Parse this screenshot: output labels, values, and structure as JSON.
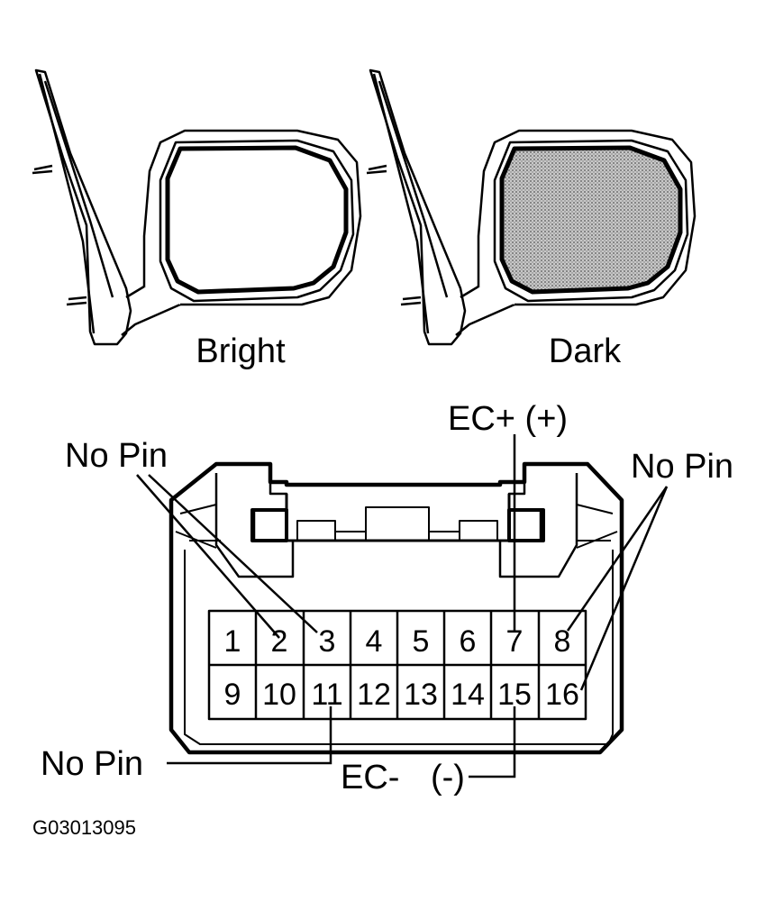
{
  "mirrors": {
    "left_label": "Bright",
    "right_label": "Dark"
  },
  "connector": {
    "top_row": [
      "1",
      "2",
      "3",
      "4",
      "5",
      "6",
      "7",
      "8"
    ],
    "bottom_row": [
      "9",
      "10",
      "11",
      "12",
      "13",
      "14",
      "15",
      "16"
    ]
  },
  "callouts": {
    "ec_plus": "EC+ (+)",
    "no_pin_left": "No Pin",
    "no_pin_right": "No Pin",
    "no_pin_bottom": "No Pin",
    "ec_minus": "EC-",
    "ec_minus_sign": "(-)"
  },
  "figure_code": "G03013095"
}
